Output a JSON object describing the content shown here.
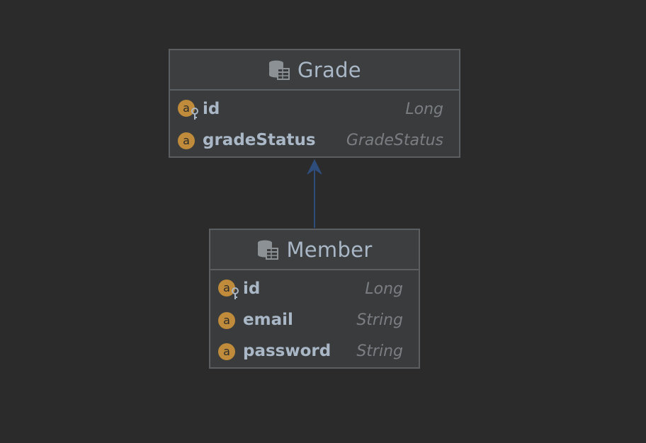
{
  "diagram": {
    "entities": [
      {
        "name": "Grade",
        "icon": "database-table-icon",
        "attributes": [
          {
            "name": "id",
            "type": "Long",
            "icon": "primary-key-attribute-icon"
          },
          {
            "name": "gradeStatus",
            "type": "GradeStatus",
            "icon": "attribute-icon"
          }
        ]
      },
      {
        "name": "Member",
        "icon": "database-table-icon",
        "attributes": [
          {
            "name": "id",
            "type": "Long",
            "icon": "primary-key-attribute-icon"
          },
          {
            "name": "email",
            "type": "String",
            "icon": "attribute-icon"
          },
          {
            "name": "password",
            "type": "String",
            "icon": "attribute-icon"
          }
        ]
      }
    ],
    "relations": [
      {
        "from": "Member",
        "to": "Grade",
        "arrow": "triangle-open"
      }
    ],
    "colors": {
      "background": "#2b2b2b",
      "box_fill": "#393b3d",
      "box_border": "#5c5f61",
      "title_text": "#a9b7c6",
      "type_text": "#7a7e82",
      "attribute_badge": "#c08b3a",
      "connector": "#2e4d7a"
    }
  }
}
